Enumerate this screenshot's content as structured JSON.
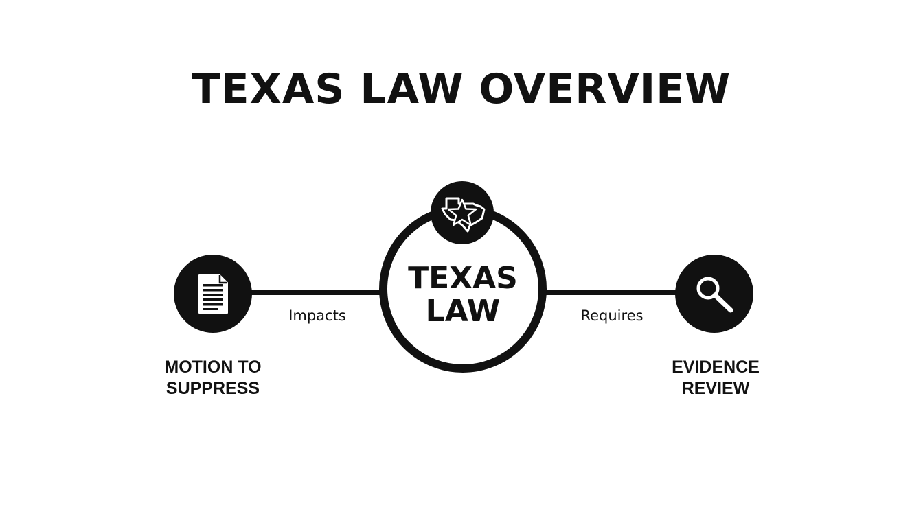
{
  "title": "TEXAS LAW OVERVIEW",
  "center_node": {
    "lines": [
      "TEXAS",
      "LAW"
    ],
    "badge_icon": "texas-star-icon"
  },
  "edges": {
    "left": "Impacts",
    "right": "Requires"
  },
  "left_node": {
    "icon": "document-icon",
    "lines": [
      "MOTION TO",
      "SUPPRESS"
    ]
  },
  "right_node": {
    "icon": "magnifier-icon",
    "lines": [
      "EVIDENCE",
      "REVIEW"
    ]
  },
  "colors": {
    "ink": "#111111",
    "background": "#ffffff"
  }
}
